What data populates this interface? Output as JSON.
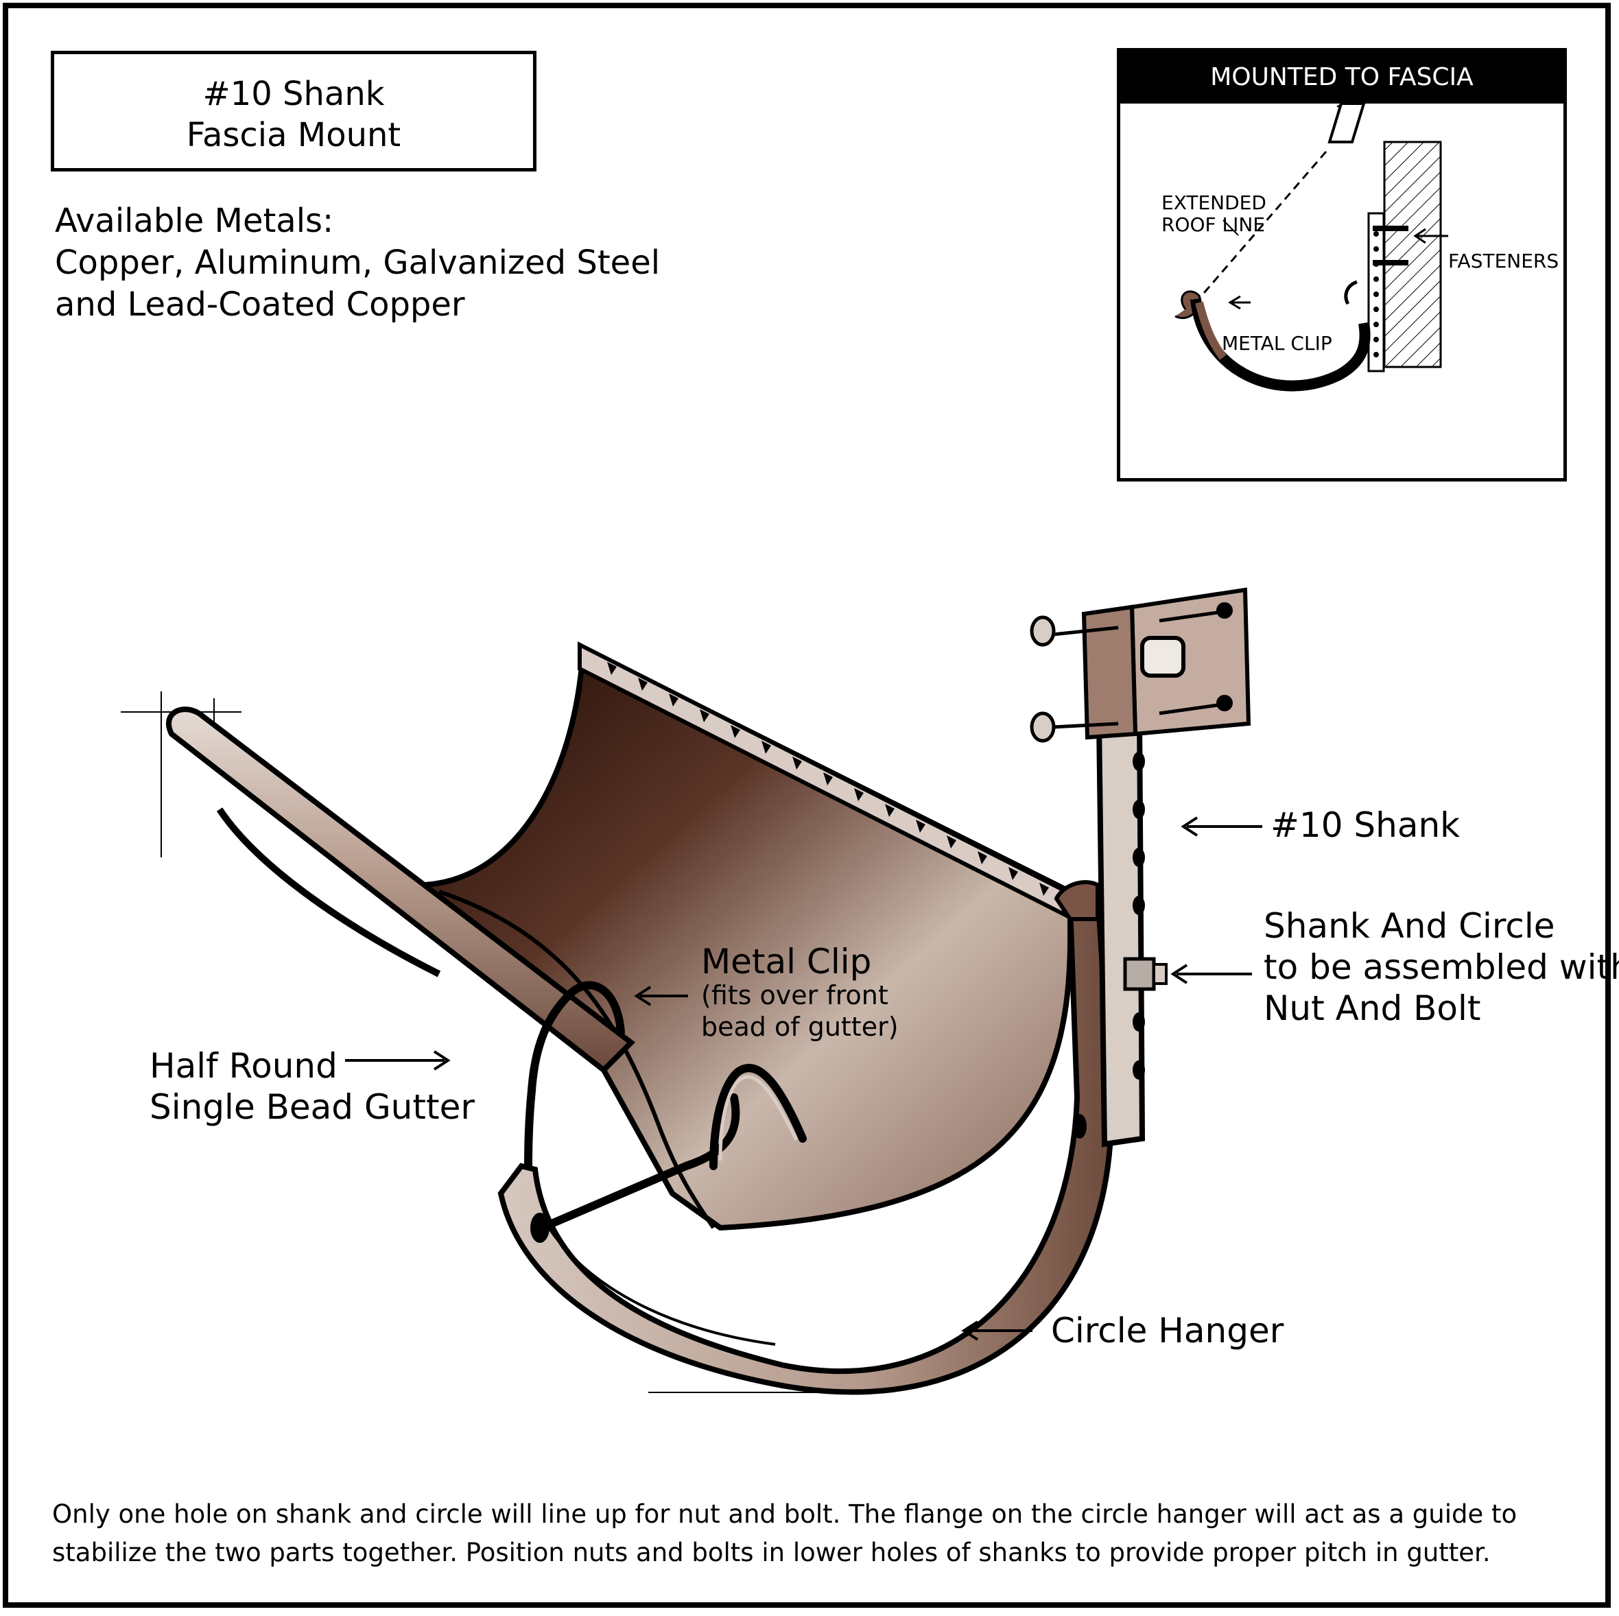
{
  "title": {
    "line1": "#10 Shank",
    "line2": "Fascia Mount"
  },
  "metals": {
    "line1": "Available Metals:",
    "line2": "Copper, Aluminum, Galvanized Steel",
    "line3": "and Lead-Coated Copper"
  },
  "inset": {
    "heading": "MOUNTED TO FASCIA",
    "roof_line_1": "EXTENDED",
    "roof_line_2": "ROOF LINE",
    "fasteners": "FASTENERS",
    "metal_clip": "METAL CLIP"
  },
  "labels": {
    "shank": "#10 Shank",
    "assembly_1": "Shank And Circle",
    "assembly_2": "to be assembled with",
    "assembly_3": "Nut And Bolt",
    "clip_1": "Metal Clip",
    "clip_2": "(fits over front",
    "clip_3": "bead of gutter)",
    "gutter_1": "Half Round",
    "gutter_2": "Single Bead Gutter",
    "hanger": "Circle Hanger"
  },
  "note": {
    "line1": "Only one hole on shank and circle will line up for nut and bolt. The flange on the circle hanger will act as a guide to",
    "line2": "stabilize the two parts together.  Position nuts and bolts in lower holes of shanks to provide proper pitch in gutter."
  },
  "colors": {
    "copper_dark": "#2a0e05",
    "copper_mid": "#7a5445",
    "copper_light": "#c9b7ab",
    "hanger": "#b9a398",
    "shank": "#d8cec6",
    "outline": "#000000"
  }
}
